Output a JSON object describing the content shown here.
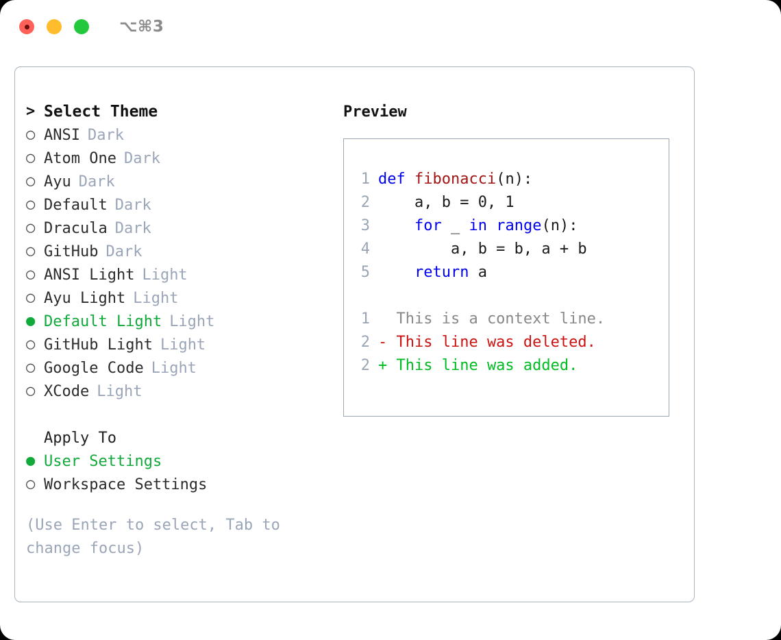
{
  "window": {
    "shortcut": "⌥⌘3",
    "traffic_lights": [
      {
        "name": "close",
        "color": "#ff6159"
      },
      {
        "name": "minimize",
        "color": "#ffbd2e"
      },
      {
        "name": "maximize",
        "color": "#24c83c"
      }
    ]
  },
  "theme_picker": {
    "header_marker": ">",
    "header": "Select Theme",
    "marker_selected": "●",
    "marker_unselected": "○",
    "items": [
      {
        "label": "ANSI",
        "tag": "Dark",
        "selected": false
      },
      {
        "label": "Atom One",
        "tag": "Dark",
        "selected": false
      },
      {
        "label": "Ayu",
        "tag": "Dark",
        "selected": false
      },
      {
        "label": "Default",
        "tag": "Dark",
        "selected": false
      },
      {
        "label": "Dracula",
        "tag": "Dark",
        "selected": false
      },
      {
        "label": "GitHub",
        "tag": "Dark",
        "selected": false
      },
      {
        "label": "ANSI Light",
        "tag": "Light",
        "selected": false
      },
      {
        "label": "Ayu Light",
        "tag": "Light",
        "selected": false
      },
      {
        "label": "Default Light",
        "tag": "Light",
        "selected": true
      },
      {
        "label": "GitHub Light",
        "tag": "Light",
        "selected": false
      },
      {
        "label": "Google Code",
        "tag": "Light",
        "selected": false
      },
      {
        "label": "XCode",
        "tag": "Light",
        "selected": false
      }
    ]
  },
  "apply_to": {
    "title": "Apply To",
    "options": [
      {
        "label": "User Settings",
        "selected": true
      },
      {
        "label": "Workspace Settings",
        "selected": false
      }
    ]
  },
  "hint": "(Use Enter to select, Tab to change focus)",
  "preview": {
    "title": "Preview",
    "code_lines": [
      {
        "no": "1",
        "segments": [
          {
            "t": "def ",
            "c": "kw"
          },
          {
            "t": "fibonacci",
            "c": "fn"
          },
          {
            "t": "(n):",
            "c": "code-text"
          }
        ]
      },
      {
        "no": "2",
        "segments": [
          {
            "t": "    a, b = 0, 1",
            "c": "code-text"
          }
        ]
      },
      {
        "no": "3",
        "segments": [
          {
            "t": "    ",
            "c": "code-text"
          },
          {
            "t": "for",
            "c": "kw"
          },
          {
            "t": " _ ",
            "c": "code-text"
          },
          {
            "t": "in ",
            "c": "kw"
          },
          {
            "t": "range",
            "c": "kw"
          },
          {
            "t": "(n):",
            "c": "code-text"
          }
        ]
      },
      {
        "no": "4",
        "segments": [
          {
            "t": "        a, b = b, a + b",
            "c": "code-text"
          }
        ]
      },
      {
        "no": "5",
        "segments": [
          {
            "t": "    ",
            "c": "code-text"
          },
          {
            "t": "return",
            "c": "kw"
          },
          {
            "t": " a",
            "c": "code-text"
          }
        ]
      }
    ],
    "diff_lines": [
      {
        "no": "1",
        "text": "  This is a context line.",
        "kind": "diff-ctx"
      },
      {
        "no": "2",
        "text": "- This line was deleted.",
        "kind": "diff-del"
      },
      {
        "no": "2",
        "text": "+ This line was added.",
        "kind": "diff-add"
      }
    ]
  },
  "colors": {
    "accent_green": "#11a93a",
    "muted": "#9aa5b8",
    "keyword_blue": "#0000ee",
    "function_red": "#a31515",
    "diff_deleted": "#cc1111",
    "diff_added": "#00bb22",
    "border": "#9aa5b4"
  }
}
